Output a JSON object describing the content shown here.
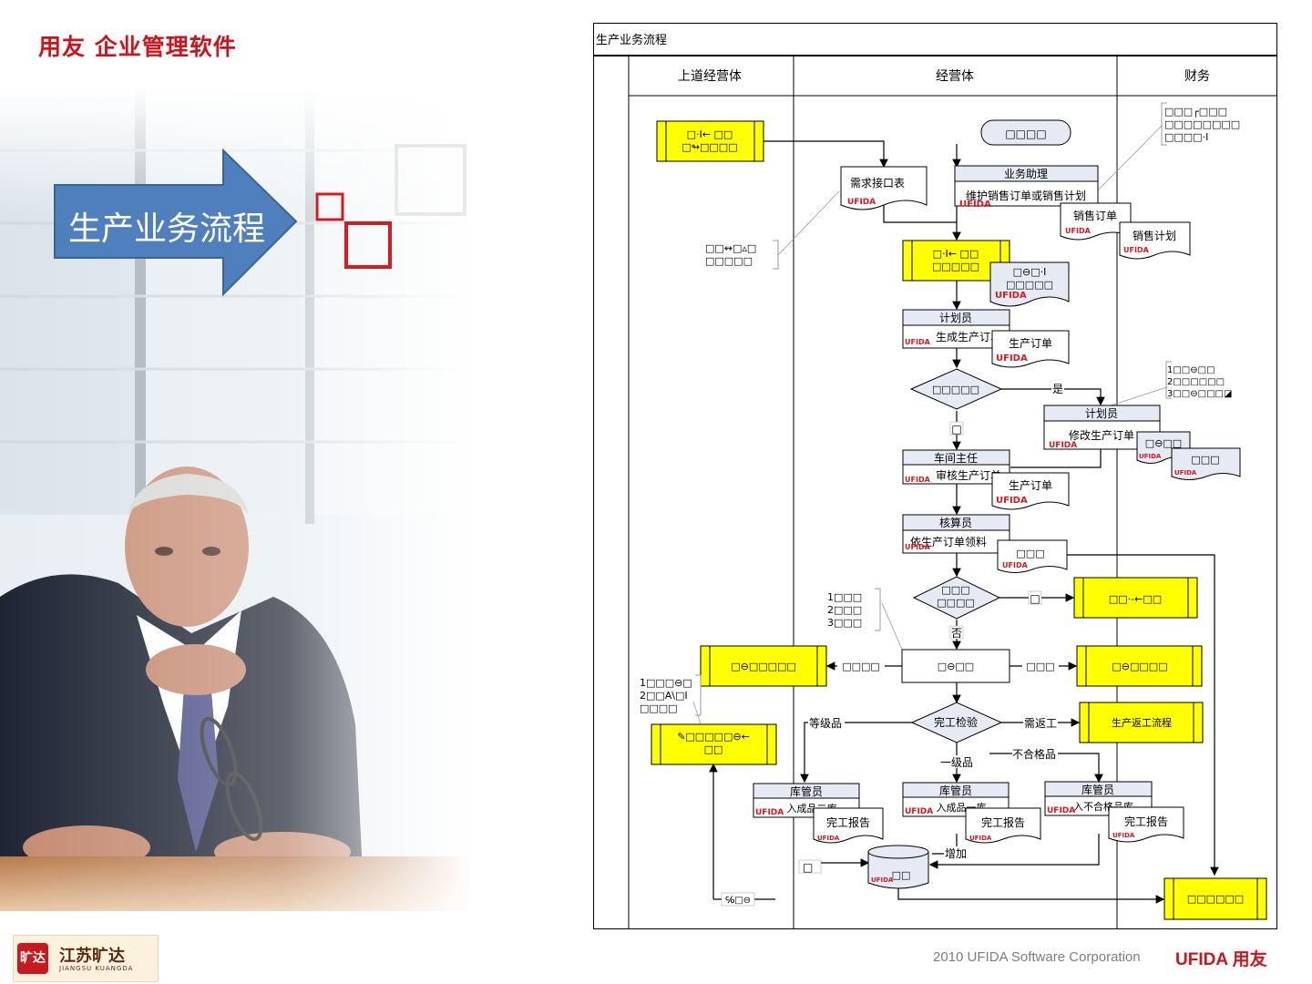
{
  "brand": {
    "title": "用友 企业管理软件"
  },
  "slide": {
    "arrow_label": "生产业务流程"
  },
  "footer": {
    "company_cn": "江苏旷达",
    "company_en": "JIANGSU KUANGDA",
    "logo_mark": "旷达",
    "corporation": "2010 UFIDA Software Corporation",
    "ufida_logo": "UFIDA 用友"
  },
  "diagram": {
    "title": "生产业务流程",
    "lanes": [
      "上道经营体",
      "经营体",
      "财务"
    ],
    "tag": "UFIDA",
    "nodes": {
      "upstream_box": "□·Ⅰ← □□\n□↬□□□□",
      "start_terminal": "□□□□",
      "demand_doc": "需求接口表",
      "sales_role": "业务助理",
      "sales_task": "维护销售订单或销售计划",
      "sales_order_doc": "销售订单",
      "sales_plan_doc": "销售计划",
      "sales_note": "□□□┌□□□\n□□□□□□□□\n□□□□·Ⅰ",
      "left_note": "□□↭□▵□\n□□□□□",
      "mrp_box": "□·Ⅰ← □□\n□□□□□",
      "mrp_doc": "□⊖□·Ⅰ\n□□□□□",
      "planner_role": "计划员",
      "planner_task": "生成生产订单",
      "po_doc": "生产订单",
      "decision1": "□□□□□",
      "yes_label": "是",
      "no_label1": "□",
      "modify_note": "1□□⊖□□\n2□□□□□□\n3□□⊖□□□◪",
      "modify_role": "计划员",
      "modify_task": "修改生产订单",
      "modify_doc1": "□⊖□□",
      "modify_doc2": "□□□",
      "workshop_role": "车间主任",
      "workshop_task": "审核生产订单",
      "po_doc2": "生产订单",
      "cost_role": "核算员",
      "cost_task": "依生产订单领料",
      "cost_doc": "□□□",
      "decision2": "□□□\n□□□□",
      "yes_short": "□",
      "subflow1": "□□·-←□□",
      "side_list": "1□□□\n2□□□\n3□□□",
      "no_label2": "否",
      "process_box": "□⊖□□",
      "left_out_label": "□□□□",
      "right_out_label": "□□□",
      "left_subflow": "□⊖□□□□□",
      "right_subflow": "□⊖□□□□",
      "left_note2": "1□□□⊖□\n2□□A\\□Ⅰ\n□□□□",
      "scrap_box": "✎□□□□□⊖←\n□□",
      "inspect": "完工检验",
      "grade_label": "等级品",
      "rework_label": "需返工",
      "rework_flow": "生产返工流程",
      "reject_label": "不合格品",
      "first_label": "一级品",
      "wh1_role": "库管员",
      "wh1_task": "入成品二库",
      "wh2_role": "库管员",
      "wh2_task": "入成品一库",
      "wh3_role": "库管员",
      "wh3_task": "入不合格品库",
      "report": "完工报告",
      "add_label": "增加",
      "db_label": "□□",
      "small_label": "□",
      "bottom_label": "℅□⊖",
      "finance_box": "□□□□□□"
    }
  }
}
